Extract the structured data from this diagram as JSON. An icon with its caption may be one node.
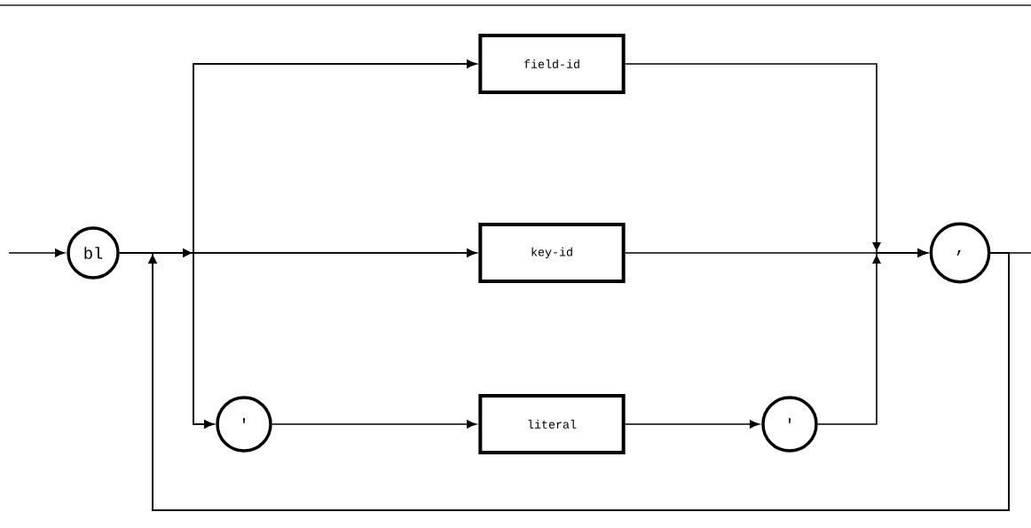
{
  "diagram": {
    "nodes": [
      {
        "text": [
          "bl"
        ]
      },
      {
        "text": [
          "field-id"
        ]
      },
      {
        "text": [
          "key-id"
        ]
      },
      {
        "text": [
          "'"
        ]
      },
      {
        "text": [
          "literal"
        ]
      },
      {
        "text": [
          "'"
        ]
      },
      {
        "text": [
          ","
        ]
      }
    ],
    "edges": [
      {
        "from": null,
        "to": 0,
        "arrow": "to"
      },
      {
        "from": 0,
        "to": 1,
        "arrow": "to"
      },
      {
        "from": 0,
        "to": 2,
        "arrow": "to"
      },
      {
        "from": 0,
        "to": 3,
        "arrow": "to"
      },
      {
        "from": 3,
        "to": 4,
        "arrow": "to"
      },
      {
        "from": 4,
        "to": 5,
        "arrow": "to"
      },
      {
        "from": 1,
        "to": 6,
        "arrow": "to"
      },
      {
        "from": 2,
        "to": 6,
        "arrow": "to"
      },
      {
        "from": 5,
        "to": 6,
        "arrow": "to"
      },
      {
        "from": 6,
        "to": 1,
        "arrow": "to"
      },
      {
        "from": 6,
        "to": 2,
        "arrow": "to"
      },
      {
        "from": 6,
        "to": 3,
        "arrow": "to"
      },
      {
        "from": 6,
        "to": null,
        "arrow": "none"
      }
    ]
  }
}
